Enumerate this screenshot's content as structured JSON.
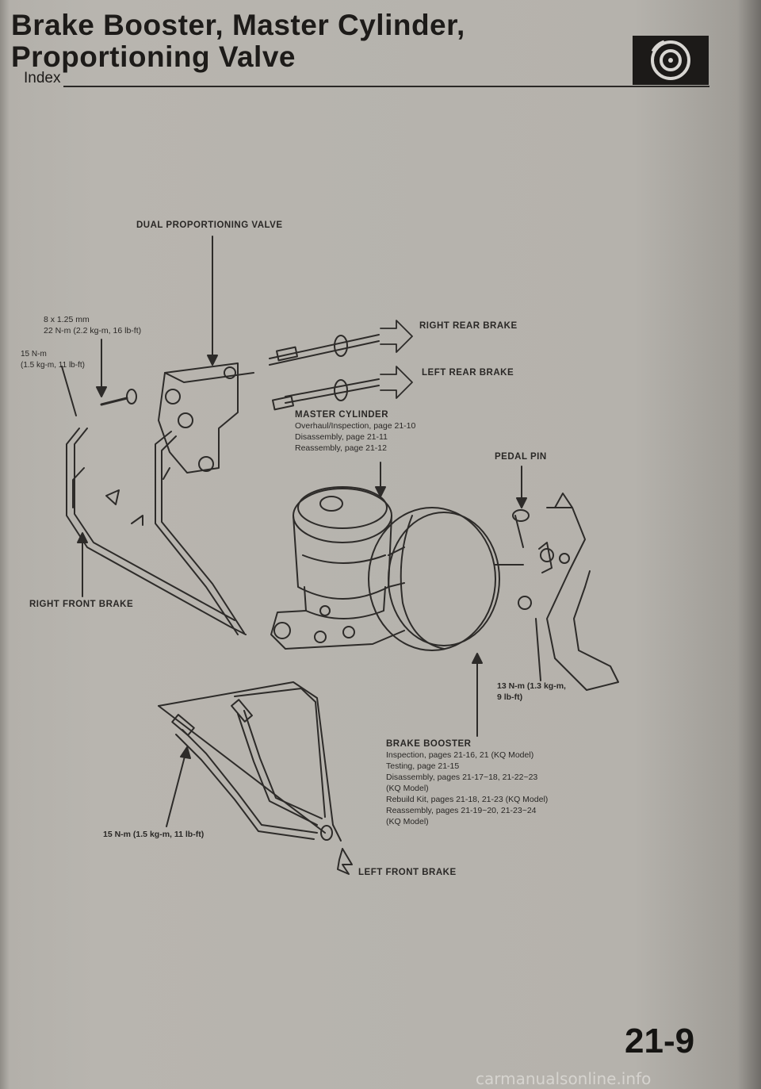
{
  "header": {
    "title_line1": "Brake Booster, Master Cylinder,",
    "title_line2": "Proportioning Valve",
    "section": "Index",
    "section_icon": "brake-disc-icon"
  },
  "labels": {
    "dual_valve": "DUAL PROPORTIONING VALVE",
    "right_rear": "RIGHT REAR BRAKE",
    "left_rear": "LEFT REAR BRAKE",
    "right_front": "RIGHT FRONT BRAKE",
    "left_front": "LEFT FRONT BRAKE",
    "pedal_pin": "PEDAL PIN"
  },
  "torque": {
    "bolt_size": "8 x 1.25 mm",
    "bolt_torque": "22 N-m (2.2 kg-m, 16 lb-ft)",
    "valve_line_1": "15 N-m",
    "valve_line_2": "(1.5 kg-m, 11 lb-ft)",
    "booster_nut_1": "13 N-m (1.3 kg-m,",
    "booster_nut_2": "9 lb-ft)",
    "front_lines": "15 N-m (1.5 kg-m, 11 lb-ft)"
  },
  "master_cylinder": {
    "name": "MASTER CYLINDER",
    "refs": [
      "Overhaul/Inspection, page 21-10",
      "Disassembly, page 21-11",
      "Reassembly, page 21-12"
    ]
  },
  "brake_booster": {
    "name": "BRAKE BOOSTER",
    "refs": [
      "Inspection, pages 21-16, 21 (KQ Model)",
      "Testing, page 21-15",
      "Disassembly, pages 21-17~18, 21-22~23",
      "(KQ Model)",
      "Rebuild Kit, pages 21-18, 21-23 (KQ Model)",
      "Reassembly, pages 21-19~20, 21-23~24",
      "(KQ Model)"
    ]
  },
  "footer": {
    "page_number": "21-9",
    "watermark": "carmanualsonline.info"
  }
}
